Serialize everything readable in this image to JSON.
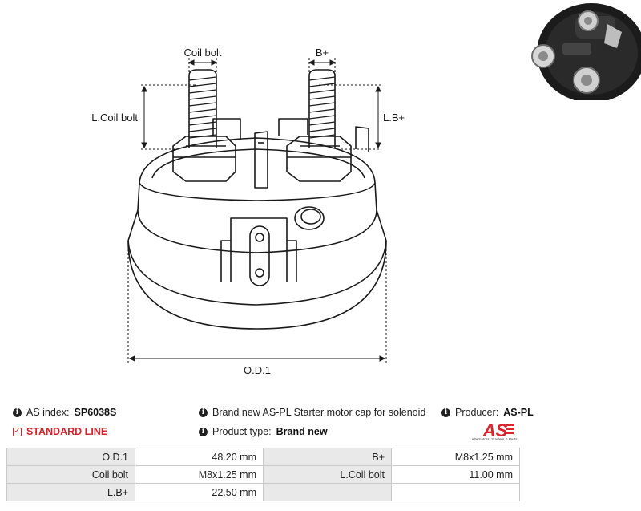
{
  "drawing": {
    "label_coil_bolt": "Coil bolt",
    "label_b_plus": "B+",
    "label_l_coil_bolt": "L.Coil bolt",
    "label_l_b_plus": "L.B+",
    "label_od1": "O.D.1"
  },
  "info": {
    "as_index_label": "AS index:",
    "as_index_value": "SP6038S",
    "line_label": "STANDARD LINE",
    "description": "Brand new AS-PL Starter motor cap for solenoid",
    "product_type_label": "Product type:",
    "product_type_value": "Brand new",
    "producer_label": "Producer:",
    "producer_value": "AS-PL"
  },
  "logo": {
    "text": "AS",
    "tagline": "Alternators, Starters & Parts",
    "color": "#d9232d"
  },
  "specs": [
    [
      "O.D.1",
      "48.20 mm",
      "B+",
      "M8x1.25 mm"
    ],
    [
      "Coil bolt",
      "M8x1.25 mm",
      "L.Coil bolt",
      "11.00 mm"
    ],
    [
      "L.B+",
      "22.50 mm",
      "",
      ""
    ]
  ]
}
